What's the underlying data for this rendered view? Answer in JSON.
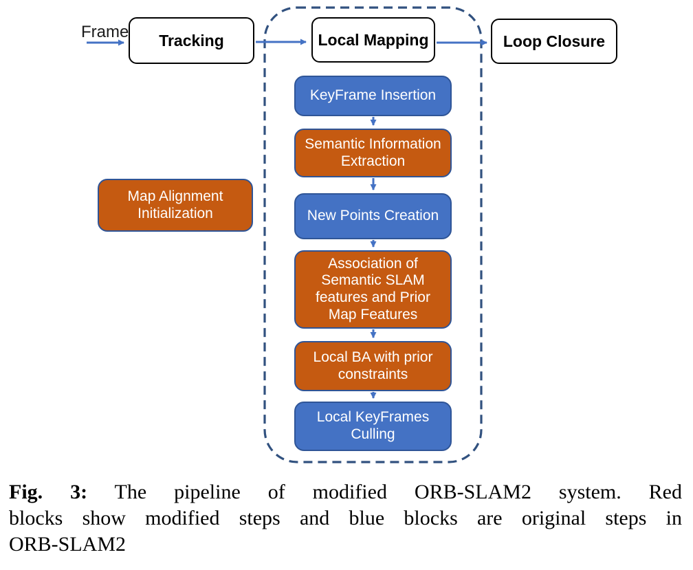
{
  "diagram": {
    "frame_label": "Frame",
    "top_row": [
      {
        "label": "Tracking"
      },
      {
        "label": "Local Mapping"
      },
      {
        "label": "Loop Closure"
      }
    ],
    "steps": [
      {
        "label": "KeyFrame Insertion",
        "type": "original"
      },
      {
        "label": "Semantic Information\nExtraction",
        "type": "modified"
      },
      {
        "label": "New Points Creation",
        "type": "original"
      },
      {
        "label": "Association of\nSemantic SLAM\nfeatures and Prior\nMap Features",
        "type": "modified"
      },
      {
        "label": "Local BA with prior\nconstraints",
        "type": "modified"
      },
      {
        "label": "Local KeyFrames\nCulling",
        "type": "original"
      }
    ],
    "side_box": {
      "label": "Map Alignment\nInitialization",
      "type": "modified"
    },
    "colors": {
      "original_fill": "#4472C4",
      "original_border": "#2F5597",
      "modified_fill": "#C55A11",
      "modified_border": "#2F5496",
      "arrow": "#4472C4",
      "dashed_border": "#31517F",
      "process_box_border": "#000000",
      "step_text": "#FFFFFF"
    }
  },
  "figure": {
    "caption": {
      "fig_label": "Fig. 3:",
      "line1": "The pipeline of modified ORB-SLAM2 system. Red",
      "line2": "blocks show modified steps and blue blocks are original steps in",
      "line3": "ORB-SLAM2",
      "full_text": "Fig. 3: The pipeline of modified ORB-SLAM2 system. Red blocks show modified steps and blue blocks are original steps in ORB-SLAM2"
    }
  }
}
